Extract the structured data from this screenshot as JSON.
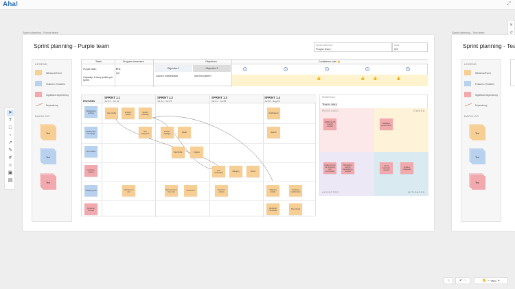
{
  "app": {
    "logo": "Aha!",
    "expand_icon": "expand-icon"
  },
  "frames": {
    "purple_label": "Sprint planning - Purple team",
    "teal_label": "Sprint planning - Teal team"
  },
  "purple": {
    "title": "Sprint planning - Purple team",
    "field1": {
      "label": "Sprint planning",
      "value": "Purple team"
    },
    "field2": {
      "label": "Date",
      "value": "Q3"
    },
    "legend": {
      "heading": "LEGEND",
      "items": [
        {
          "label": "Milestone/Event",
          "color": "#f7ce93"
        },
        {
          "label": "Features / Enablers",
          "color": "#b8d1ef"
        },
        {
          "label": "Significant dependency",
          "color": "#f2a9ad"
        },
        {
          "label": "Dependency"
        }
      ],
      "backlog": "BACKLOG",
      "stacks": [
        "Text",
        "Text",
        "Text"
      ]
    },
    "objectives": {
      "headers": [
        "Team",
        "Program increment",
        "Objectives",
        "Confidence vote 👍"
      ],
      "team": "Purple team",
      "pi": "PI 3",
      "pi_sub": "Q3",
      "capacity": "Capacity: 6 story points per sprint",
      "objective1": "Objective 1",
      "objective2": "Objective 2",
      "obj1_text": "Launch marketplace",
      "obj2_text": "Add the pattern",
      "votes": [
        "1",
        "2",
        "3",
        "4",
        "5"
      ]
    },
    "sprints": [
      {
        "name": "SPRINT 1.1",
        "dates": "Jul 01 - Jul 14"
      },
      {
        "name": "SPRINT 1.2",
        "dates": "Jul 14 - Jul 21"
      },
      {
        "name": "SPRINT 1.3",
        "dates": "Jul 21 - Jul 28"
      },
      {
        "name": "SPRINT 1.4",
        "dates": "Jul 28 - Aug 04"
      }
    ],
    "features_label": "FEATURES",
    "features": [
      "Marketplace settings",
      "Marketplace homepage",
      "Item details",
      "Inventory system",
      "Shopping cart",
      "Customer reviews"
    ],
    "notes": [
      "User profile",
      "Account details",
      "Search indexing",
      "Notifications",
      "Item categories",
      "Feature highlight",
      "Deals",
      "Search",
      "Description",
      "Images",
      "Item reservation",
      "Category",
      "Filters",
      "Add items to cart",
      "Remove items from cart",
      "Check out",
      "Payment options",
      "Shipping details",
      "Purchase confirmation",
      "Customer comments",
      "Star ratings"
    ],
    "roam": {
      "label": "ROAM board",
      "title": "Team risks",
      "resolved": "RESOLVED",
      "owned": "OWNED",
      "accepted": "ACCEPTED",
      "mitigated": "MITIGATED",
      "notes": [
        "Additional QA support needed",
        "Database performance",
        "Loading icons for shopping cart functionality",
        "Notification service dependency needed",
        "List of keywords needed",
        "Finalize categories"
      ]
    }
  },
  "teal": {
    "title": "Sprint planning - Teal team",
    "legend_heading": "LEGEND",
    "backlog": "BACKLOG",
    "stacks": [
      "Text",
      "Text",
      "Text"
    ]
  },
  "toolbar": [
    "cursor-icon",
    "text-icon",
    "shape-icon",
    "sticky-note-icon",
    "connector-icon",
    "pen-icon",
    "frame-icon",
    "emoji-icon",
    "image-icon",
    "embed-icon"
  ],
  "bottom": {
    "zoom": "75%"
  }
}
